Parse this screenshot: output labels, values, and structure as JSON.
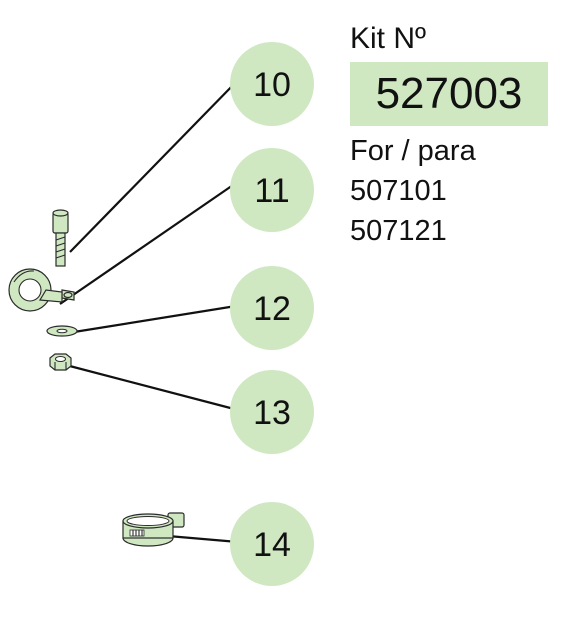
{
  "kit": {
    "label": "Kit Nº",
    "number": "527003",
    "for_label": "For / para",
    "models": [
      "507101",
      "507121"
    ]
  },
  "callouts": [
    "10",
    "11",
    "12",
    "13",
    "14"
  ],
  "parts": [
    "socket-head-screw",
    "cushioned-p-clamp",
    "flat-washer",
    "hex-nut",
    "hose-clamp"
  ],
  "colors": {
    "accent": "#cfe8c2",
    "line": "#111111"
  }
}
